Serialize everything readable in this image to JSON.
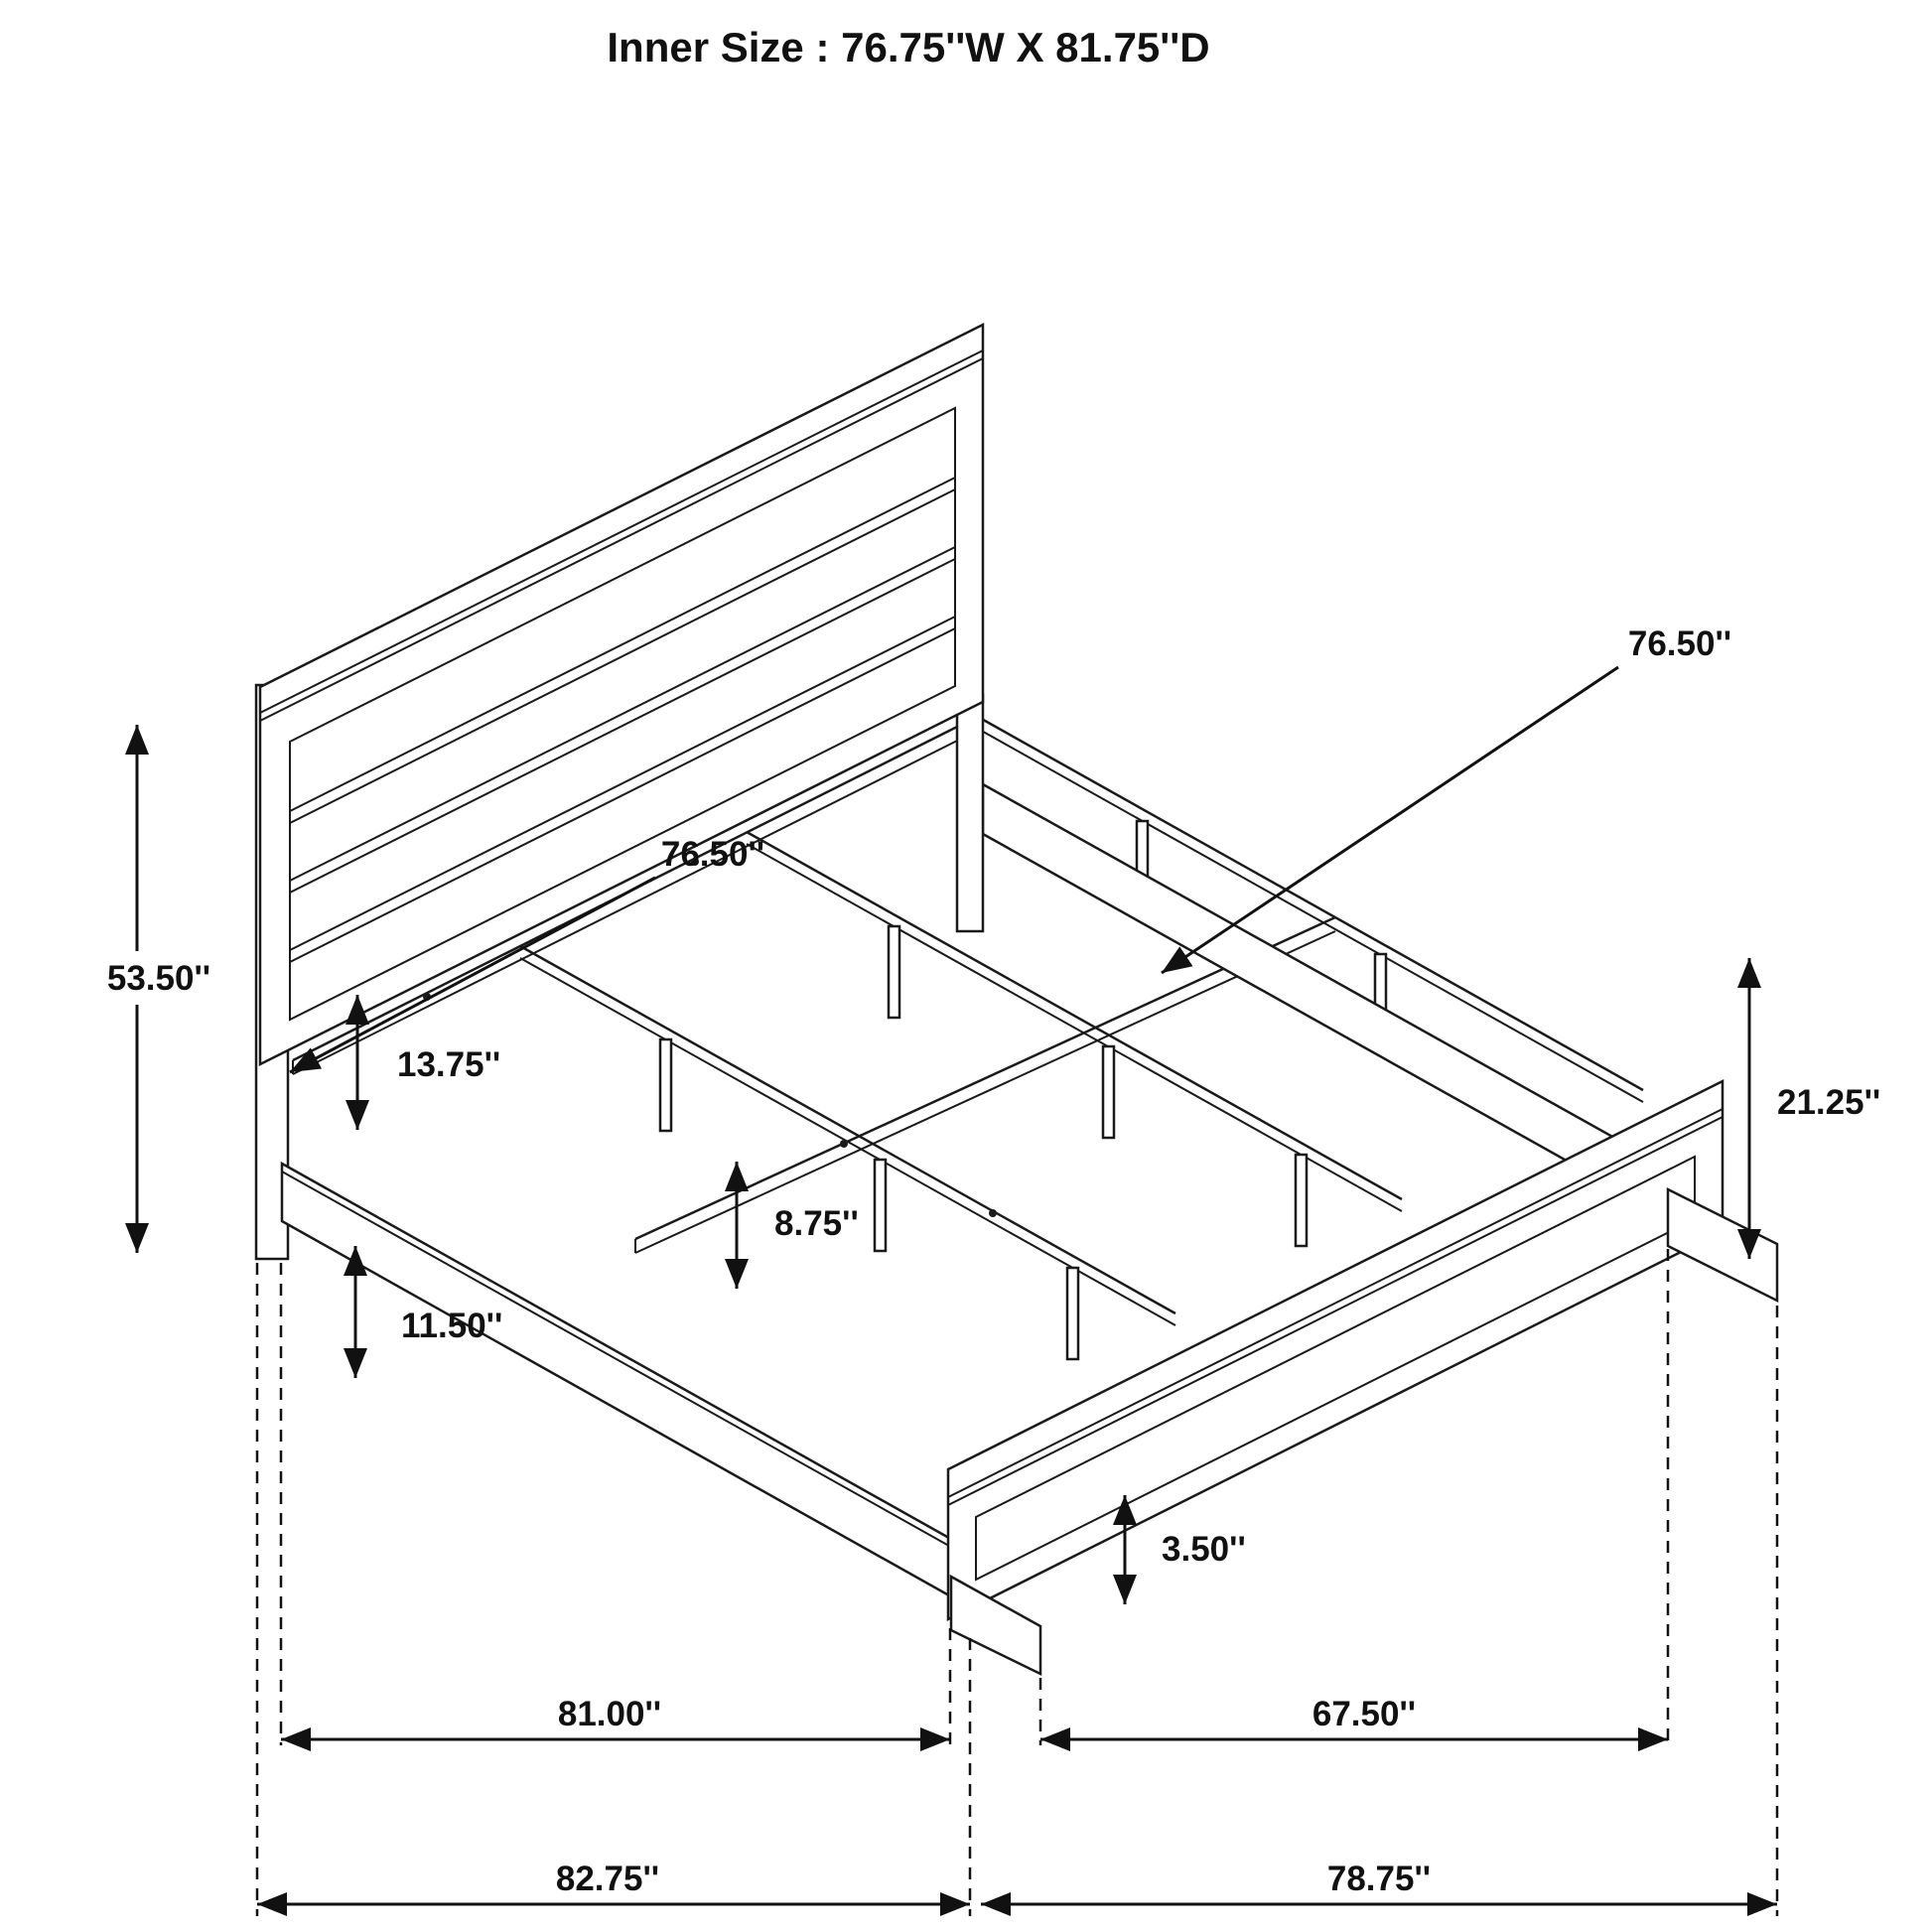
{
  "title": "Inner Size : 76.75''W X 81.75''D",
  "colors": {
    "line": "#1a1a1a",
    "background": "#ffffff"
  },
  "diagram": {
    "type": "furniture-dimension-diagram",
    "subject": "bed-frame-isometric-line-drawing"
  },
  "dims": {
    "headboard_height": "53.50''",
    "slat_width_top": "76.50''",
    "slat_width_head": "76.50''",
    "headboard_bottom_gap": "13.75''",
    "rail_floor_height": "11.50''",
    "support_leg_height": "8.75''",
    "footboard_height": "21.25''",
    "foot_height": "3.50''",
    "inner_length": "81.00''",
    "between_feet": "67.50''",
    "overall_length_head_side": "82.75''",
    "overall_length_foot_side": "78.75''"
  }
}
